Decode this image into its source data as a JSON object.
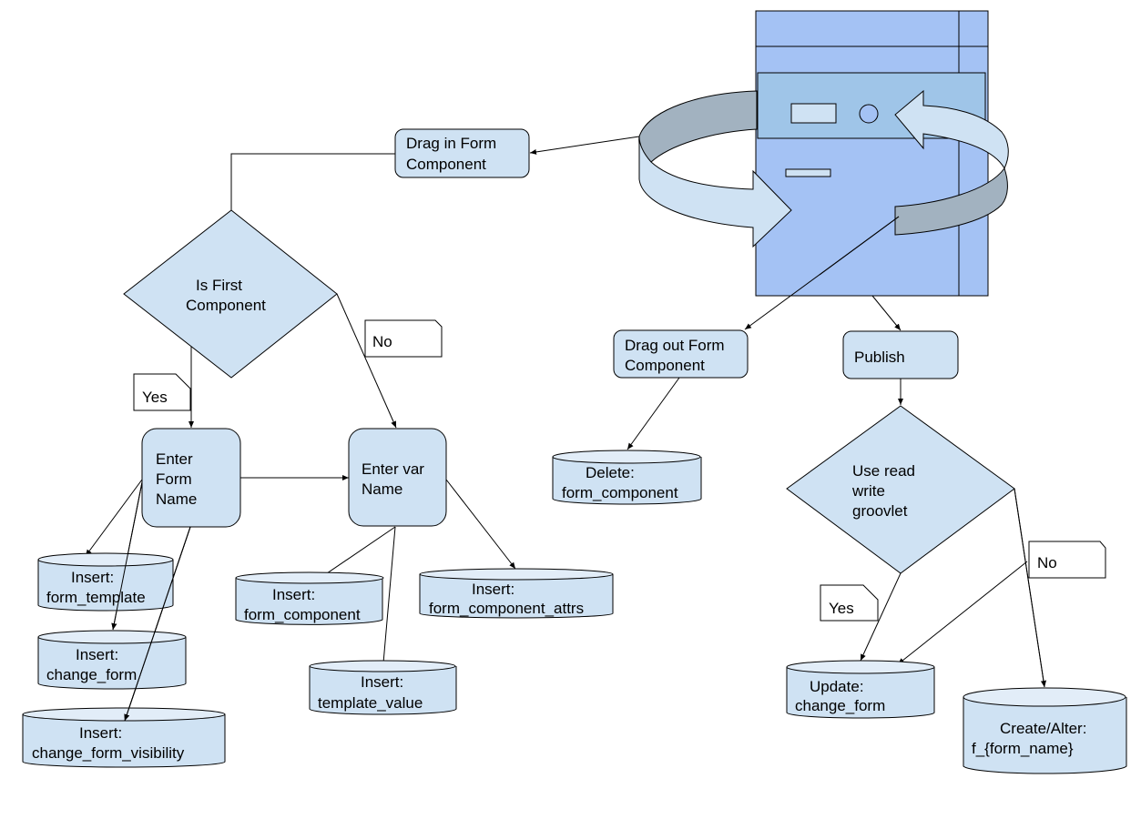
{
  "colors": {
    "node_fill": "#cfe2f3",
    "window_fill": "#a4c2f4",
    "panel_fill": "#9fc5e8",
    "arrow_dark": "#a2b2c0",
    "arrow_light": "#cfe2f3"
  },
  "nodes": {
    "drag_in": [
      "Drag in Form",
      "Component"
    ],
    "is_first": [
      "Is First",
      "Component"
    ],
    "enter_form_name": [
      "Enter",
      "Form",
      "Name"
    ],
    "enter_var_name": [
      "Enter var",
      "Name"
    ],
    "drag_out": [
      "Drag out Form",
      "Component"
    ],
    "publish": [
      "Publish"
    ],
    "use_groovlet": [
      "Use read",
      "write",
      "groovlet"
    ]
  },
  "notes": {
    "yes_1": "Yes",
    "no_1": "No",
    "yes_2": "Yes",
    "no_2": "No"
  },
  "databases": {
    "insert_form_template": [
      "Insert:",
      "form_template"
    ],
    "insert_change_form": [
      "Insert:",
      "change_form"
    ],
    "insert_change_form_visibility": [
      "Insert:",
      "change_form_visibility"
    ],
    "insert_form_component": [
      "Insert:",
      "form_component"
    ],
    "insert_template_value": [
      "Insert:",
      "template_value"
    ],
    "insert_form_component_attrs": [
      "Insert:",
      "form_component_attrs"
    ],
    "delete_form_component": [
      "Delete:",
      "form_component"
    ],
    "update_change_form": [
      "Update:",
      "change_form"
    ],
    "create_alter": [
      "Create/Alter:",
      "f_{form_name}"
    ]
  }
}
